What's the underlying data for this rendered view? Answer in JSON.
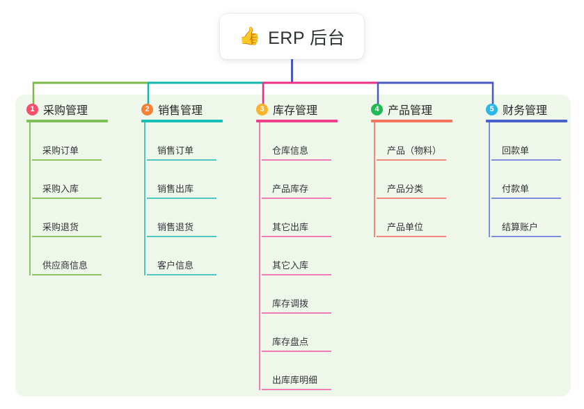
{
  "root": {
    "icon": "thumbs-up-emoji",
    "icon_glyph": "👍",
    "title": "ERP 后台"
  },
  "theme": {
    "panel_bg": "#eef7e9",
    "page_bg": "#ffffff",
    "stem_color": "#4a56c4",
    "text_color": "#27282b"
  },
  "columns": [
    {
      "number": "1",
      "title": "采购管理",
      "badge_color": "#f4506b",
      "rule_color": "#7fbf5a",
      "line_color": "#8cc45f",
      "bus_color": "#7bb847",
      "items": [
        "采购订单",
        "采购入库",
        "采购退货",
        "供应商信息"
      ]
    },
    {
      "number": "2",
      "title": "销售管理",
      "badge_color": "#f58134",
      "rule_color": "#18bfb4",
      "line_color": "#4fc9c0",
      "bus_color": "#0fb7ae",
      "items": [
        "销售订单",
        "销售出库",
        "销售退货",
        "客户信息"
      ]
    },
    {
      "number": "3",
      "title": "库存管理",
      "badge_color": "#fbb22c",
      "rule_color": "#ec3f8c",
      "line_color": "#ef7bb0",
      "bus_color": "#ee2e86",
      "items": [
        "仓库信息",
        "产品库存",
        "其它出库",
        "其它入库",
        "库存调拨",
        "库存盘点",
        "出库库明细"
      ]
    },
    {
      "number": "4",
      "title": "产品管理",
      "badge_color": "#21ba57",
      "rule_color": "#f4745f",
      "line_color": "#f08a7a",
      "bus_color": "#4a56c4",
      "items": [
        "产品（物料）",
        "产品分类",
        "产品单位"
      ]
    },
    {
      "number": "5",
      "title": "财务管理",
      "badge_color": "#2bb7e8",
      "rule_color": "#4a62c9",
      "line_color": "#7e8edd",
      "bus_color": "#4a56c4",
      "items": [
        "回款单",
        "付款单",
        "结算账户"
      ]
    }
  ]
}
